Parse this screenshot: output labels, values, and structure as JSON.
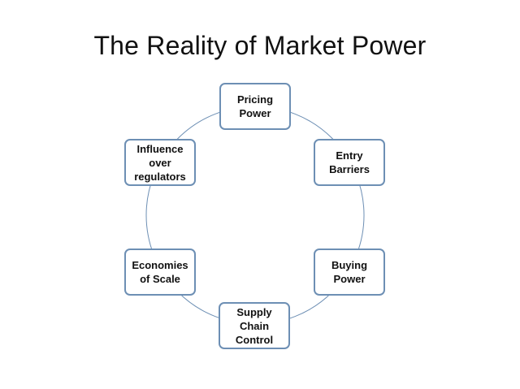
{
  "title": "The Reality of Market Power",
  "cycle": {
    "nodes": [
      {
        "id": "top",
        "label": "Pricing\nPower"
      },
      {
        "id": "upper-right",
        "label": "Entry\nBarriers"
      },
      {
        "id": "lower-right",
        "label": "Buying\nPower"
      },
      {
        "id": "bottom",
        "label": "Supply\nChain\nControl"
      },
      {
        "id": "lower-left",
        "label": "Economies\nof Scale"
      },
      {
        "id": "upper-left",
        "label": "Influence\nover\nregulators"
      }
    ],
    "colors": {
      "ring": "#6d8fb4",
      "box_border": "#6d8fb4",
      "box_fill": "#ffffff",
      "text": "#111111"
    }
  }
}
